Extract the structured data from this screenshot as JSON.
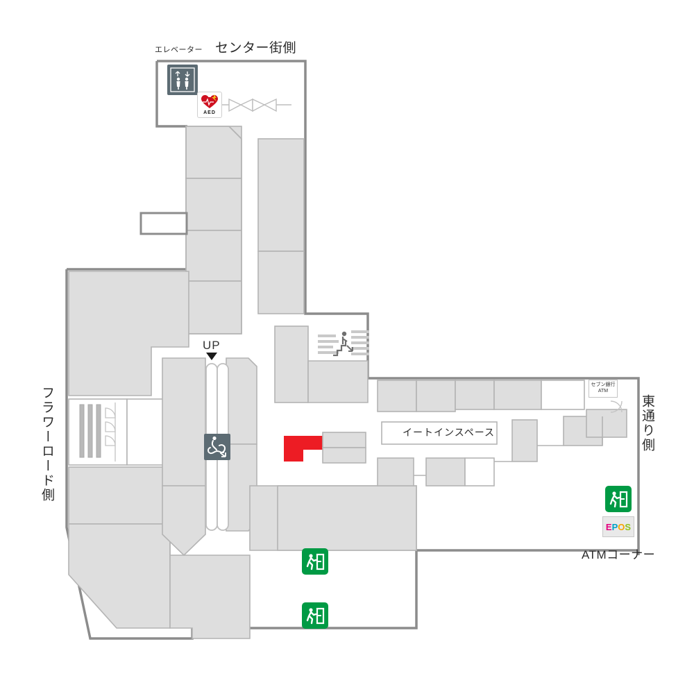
{
  "map": {
    "title_top": "センター街側",
    "label_elevator": "エレベーター",
    "label_left_side": "フラワーロード側",
    "label_right_side": "東通り側",
    "label_atm_corner": "ATMコーナー",
    "label_up": "UP",
    "label_eatin": "イートインスペース",
    "label_aed": "AED",
    "label_seven_bank_line1": "セブン銀行",
    "label_seven_bank_line2": "ATM",
    "label_epos": "EPOS",
    "epos_letters": [
      "E",
      "P",
      "O",
      "S"
    ]
  },
  "icons": {
    "elevator": "elevator-icon",
    "aed": "aed-icon",
    "escalator": "escalator-icon",
    "stairs": "stairs-icon",
    "exit_1": "emergency-exit-icon",
    "exit_2": "emergency-exit-icon",
    "exit_3": "emergency-exit-icon",
    "up_marker": "down-triangle-marker"
  },
  "colors": {
    "highlight_red": "#ED1C24",
    "shop_fill": "#dedede",
    "shop_stroke": "#b4b4b4",
    "wall_stroke": "#8c8c8c",
    "icon_badge": "#5c6b73",
    "exit_green": "#009a44",
    "background": "#ffffff",
    "text": "#2b2b2b"
  },
  "highlighted_store": {
    "name": "highlighted-store-location",
    "shape": "L-shape",
    "color": "#ED1C24"
  }
}
